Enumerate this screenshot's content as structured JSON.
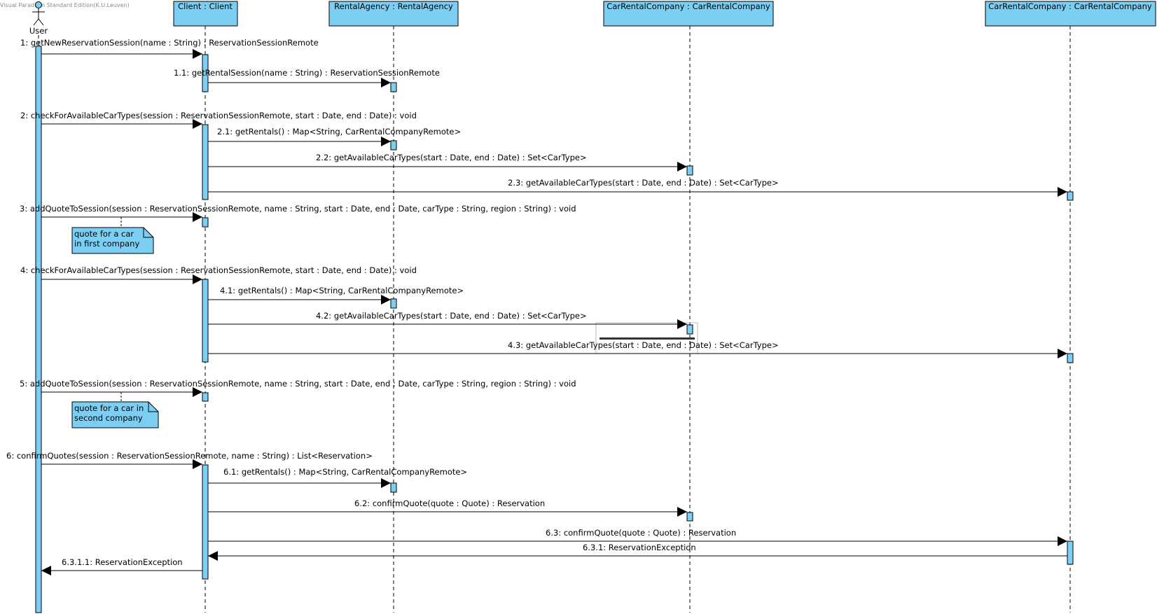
{
  "watermark": "Visual Paradigm Standard Edition(K.U.Leuven)",
  "colors": {
    "fill": "#7ccff3",
    "line": "#000000"
  },
  "actor": {
    "label": "User"
  },
  "lifelines": [
    {
      "id": "client",
      "label": "Client : Client"
    },
    {
      "id": "agency",
      "label": "RentalAgency : RentalAgency"
    },
    {
      "id": "crc1",
      "label": "CarRentalCompany : CarRentalCompany"
    },
    {
      "id": "crc2",
      "label": "CarRentalCompany : CarRentalCompany"
    }
  ],
  "messages": [
    {
      "label": "1: getNewReservationSession(name : String) : ReservationSessionRemote"
    },
    {
      "label": "1.1: getRentalSession(name : String) : ReservationSessionRemote"
    },
    {
      "label": "2: checkForAvailableCarTypes(session : ReservationSessionRemote, start : Date, end : Date) : void"
    },
    {
      "label": "2.1: getRentals() : Map<String, CarRentalCompanyRemote>"
    },
    {
      "label": "2.2: getAvailableCarTypes(start : Date, end : Date) : Set<CarType>"
    },
    {
      "label": "2.3: getAvailableCarTypes(start : Date, end : Date) : Set<CarType>"
    },
    {
      "label": "3: addQuoteToSession(session : ReservationSessionRemote, name : String, start : Date, end : Date, carType : String, region : String) : void"
    },
    {
      "label": "4: checkForAvailableCarTypes(session : ReservationSessionRemote, start : Date, end : Date) : void"
    },
    {
      "label": "4.1: getRentals() : Map<String, CarRentalCompanyRemote>"
    },
    {
      "label": "4.2: getAvailableCarTypes(start : Date, end : Date) : Set<CarType>"
    },
    {
      "label": "4.3: getAvailableCarTypes(start : Date, end : Date) : Set<CarType>"
    },
    {
      "label": "5: addQuoteToSession(session : ReservationSessionRemote, name : String, start : Date, end : Date, carType : String, region : String) : void"
    },
    {
      "label": "6: confirmQuotes(session : ReservationSessionRemote, name : String) : List<Reservation>"
    },
    {
      "label": "6.1: getRentals() : Map<String, CarRentalCompanyRemote>"
    },
    {
      "label": "6.2: confirmQuote(quote : Quote) : Reservation"
    },
    {
      "label": "6.3: confirmQuote(quote : Quote) : Reservation"
    },
    {
      "label": "6.3.1: ReservationException"
    },
    {
      "label": "6.3.1.1: ReservationException"
    }
  ],
  "notes": [
    {
      "lines": [
        "quote for a car",
        "in first company"
      ]
    },
    {
      "lines": [
        "quote for a car in",
        "second company"
      ]
    }
  ]
}
